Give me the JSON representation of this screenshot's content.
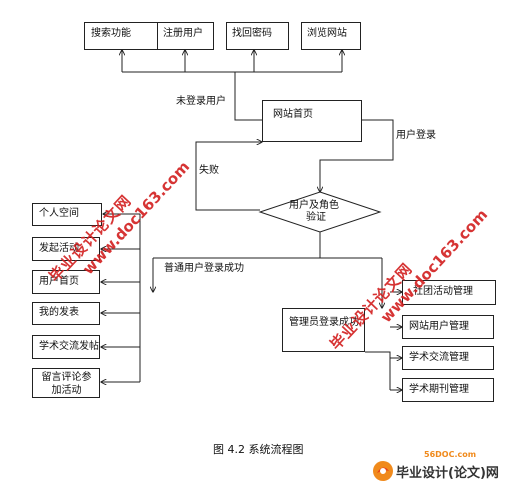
{
  "top_functions": [
    "搜索功能",
    "注册用户",
    "找回密码",
    "浏览网站"
  ],
  "home": "网站首页",
  "edge_labels": {
    "guest": "未登录用户",
    "login": "用户登录",
    "fail": "失败",
    "normal_success": "普通用户登录成功",
    "admin_success": "管理员登录成功"
  },
  "decision": {
    "line1": "用户及角色",
    "line2": "验证"
  },
  "user_functions": [
    "个人空间",
    "发起活动",
    "用户首页",
    "我的发表",
    "学术交流发帖",
    "留言评论参加活动"
  ],
  "admin_functions": [
    "社团活动管理",
    "网站用户管理",
    "学术交流管理",
    "学术期刊管理"
  ],
  "caption": "图 4.2 系统流程图",
  "watermarks": {
    "site_left": "www.doc163.com",
    "brand_left": "毕业设计论文网",
    "site_right": "www.doc163.com",
    "brand_right": "毕业设计论文网"
  },
  "logo": {
    "site": "56DOC.com",
    "text": "毕业设计(论文)网"
  },
  "colors": {
    "watermark": "#d21f1f",
    "line": "#222222",
    "logo_orange": "#f08a1c",
    "logo_red": "#e83d18"
  }
}
